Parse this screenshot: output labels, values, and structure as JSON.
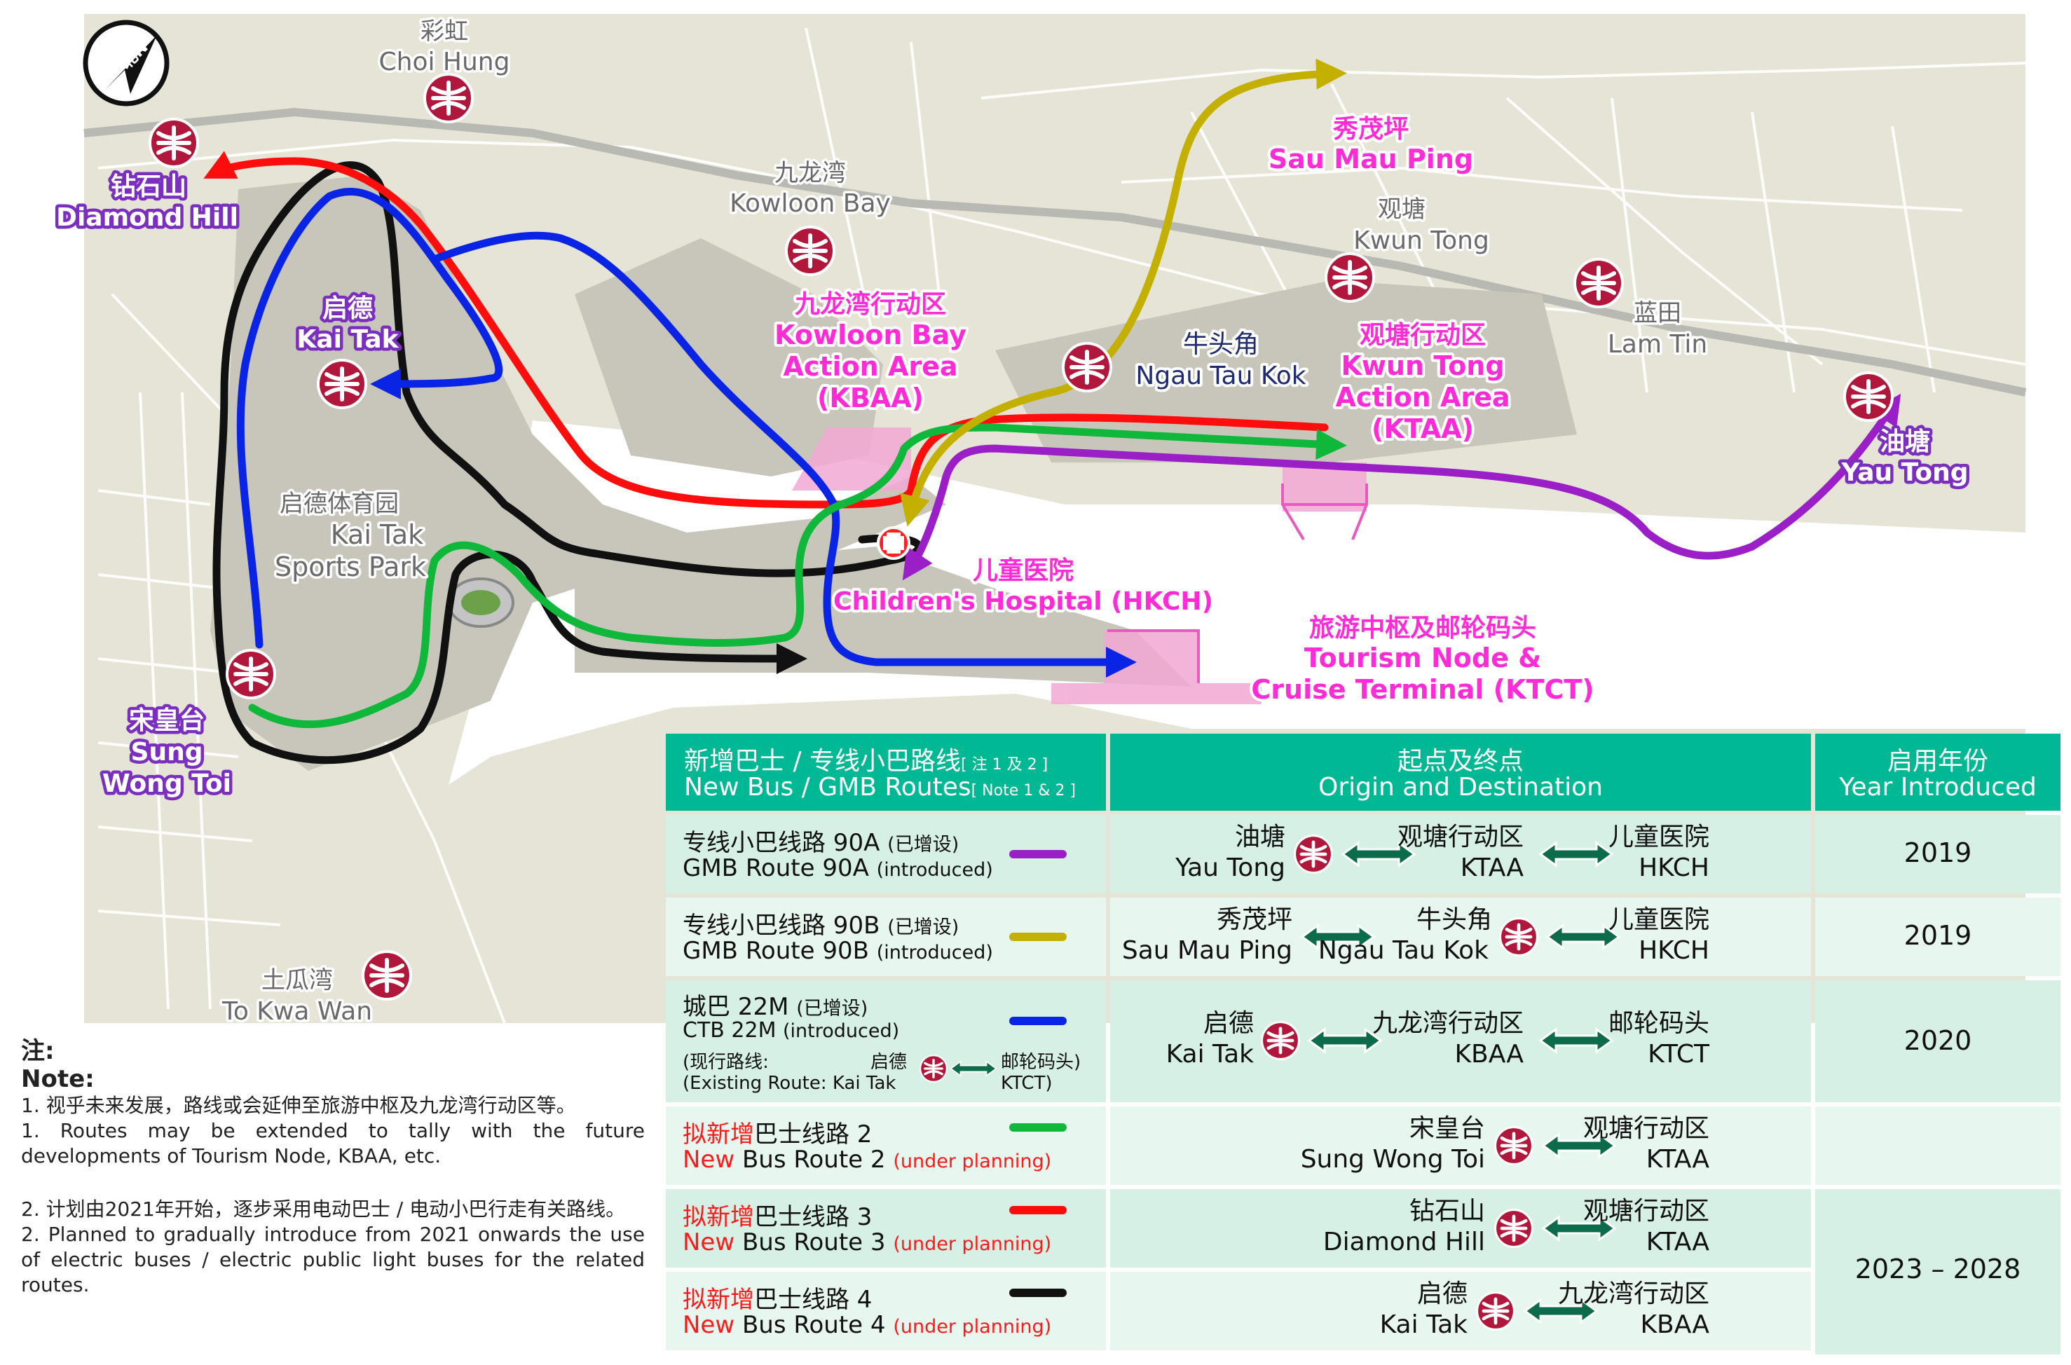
{
  "compass": {
    "label": "北N"
  },
  "stations": {
    "choi_hung": {
      "zh": "彩虹",
      "en": "Choi Hung"
    },
    "diamond_hill": {
      "zh": "钻石山",
      "en": "Diamond Hill"
    },
    "kowloon_bay": {
      "zh": "九龙湾",
      "en": "Kowloon Bay"
    },
    "kai_tak": {
      "zh": "启德",
      "en": "Kai Tak"
    },
    "kwun_tong": {
      "zh": "观塘",
      "en": "Kwun Tong"
    },
    "lam_tin": {
      "zh": "蓝田",
      "en": "Lam Tin"
    },
    "ngau_tau_kok": {
      "zh": "牛头角",
      "en": "Ngau Tau Kok"
    },
    "yau_tong": {
      "zh": "油塘",
      "en": "Yau Tong"
    },
    "sung_wong_toi": {
      "zh": "宋皇台",
      "en1": "Sung",
      "en2": "Wong Toi"
    },
    "to_kwa_wan": {
      "zh": "土瓜湾",
      "en": "To Kwa Wan"
    }
  },
  "places": {
    "sau_mau_ping": {
      "zh": "秀茂坪",
      "en": "Sau Mau Ping"
    },
    "kbaa": {
      "zh": "九龙湾行动区",
      "en1": "Kowloon Bay",
      "en2": "Action Area",
      "en3": "(KBAA)"
    },
    "ktaa": {
      "zh": "观塘行动区",
      "en1": "Kwun Tong",
      "en2": "Action Area",
      "en3": "(KTAA)"
    },
    "hkch": {
      "zh": "儿童医院",
      "en": "Children's Hospital (HKCH)"
    },
    "ktct": {
      "zh": "旅游中枢及邮轮码头",
      "en1": "Tourism Node &",
      "en2": "Cruise Terminal (KTCT)"
    },
    "sports_park": {
      "zh": "启德体育园",
      "en1": "Kai Tak",
      "en2": "Sports Park"
    }
  },
  "colors": {
    "route_90a": "#9b1fc7",
    "route_90b": "#c4b000",
    "route_22m": "#0a24e6",
    "route_2": "#0fb83a",
    "route_3": "#ff0d0d",
    "route_4": "#111111",
    "header": "#00b894",
    "mtr": "#b0173a"
  },
  "notes": {
    "title_zh": "注:",
    "title_en": "Note:",
    "n1_zh": "1. 视乎未来发展，路线或会延伸至旅游中枢及九龙湾行动区等。",
    "n1_en": "1. Routes may be extended to tally with the future developments of Tourism Node, KBAA, etc.",
    "n2_zh": "2. 计划由2021年开始，逐步采用电动巴士 / 电动小巴行走有关路线。",
    "n2_en": "2. Planned to gradually introduce from 2021 onwards the use of electric buses / electric public light buses for the related routes."
  },
  "table": {
    "header": {
      "routes_zh": "新增巴士 / 专线小巴路线",
      "routes_zh_sup": "[ 注 1 及 2 ]",
      "routes_en": "New Bus / GMB Routes",
      "routes_en_sup": "[ Note 1 & 2 ]",
      "od_zh": "起点及终点",
      "od_en": "Origin and Destination",
      "year_zh": "启用年份",
      "year_en": "Year Introduced"
    },
    "rows": [
      {
        "zh": "专线小巴线路  90A",
        "zh_tag": "(已增设)",
        "en": "GMB Route 90A",
        "en_tag": "(introduced)",
        "a_zh": "油塘",
        "a_en": "Yau Tong",
        "b_zh": "观塘行动区",
        "b_en": "KTAA",
        "c_zh": "儿童医院",
        "c_en": "HKCH",
        "year": "2019"
      },
      {
        "zh": "专线小巴线路  90B",
        "zh_tag": "(已增设)",
        "en": "GMB Route 90B",
        "en_tag": "(introduced)",
        "a_zh": "秀茂坪",
        "a_en": "Sau Mau Ping",
        "b_zh": "牛头角",
        "b_en": "Ngau Tau Kok",
        "c_zh": "儿童医院",
        "c_en": "HKCH",
        "year": "2019"
      },
      {
        "zh": "城巴 22M",
        "zh_tag": "(已增设)",
        "en": "CTB 22M",
        "en_tag": "(introduced)",
        "sub1": "(现行路线:",
        "sub1b": "启德",
        "sub1c": "邮轮码头)",
        "sub2": "(Existing Route: Kai Tak",
        "sub2c": "KTCT)",
        "a_zh": "启德",
        "a_en": "Kai Tak",
        "b_zh": "九龙湾行动区",
        "b_en": "KBAA",
        "c_zh": "邮轮码头",
        "c_en": "KTCT",
        "year": "2020"
      },
      {
        "zh_red": "拟新增",
        "zh": "巴士线路 2",
        "en_red": "New",
        "en": "Bus Route 2",
        "en_tag": "(under planning)",
        "a_zh": "宋皇台",
        "a_en": "Sung Wong Toi",
        "b_zh": "观塘行动区",
        "b_en": "KTAA"
      },
      {
        "zh_red": "拟新增",
        "zh": "巴士线路 3",
        "en_red": "New",
        "en": "Bus Route 3",
        "en_tag": "(under planning)",
        "a_zh": "钻石山",
        "a_en": "Diamond Hill",
        "b_zh": "观塘行动区",
        "b_en": "KTAA"
      },
      {
        "zh_red": "拟新增",
        "zh": "巴士线路 4",
        "en_red": "New",
        "en": "Bus Route 4",
        "en_tag": "(under planning)",
        "a_zh": "启德",
        "a_en": "Kai Tak",
        "b_zh": "九龙湾行动区",
        "b_en": "KBAA"
      }
    ],
    "future_year": "2023 – 2028"
  }
}
